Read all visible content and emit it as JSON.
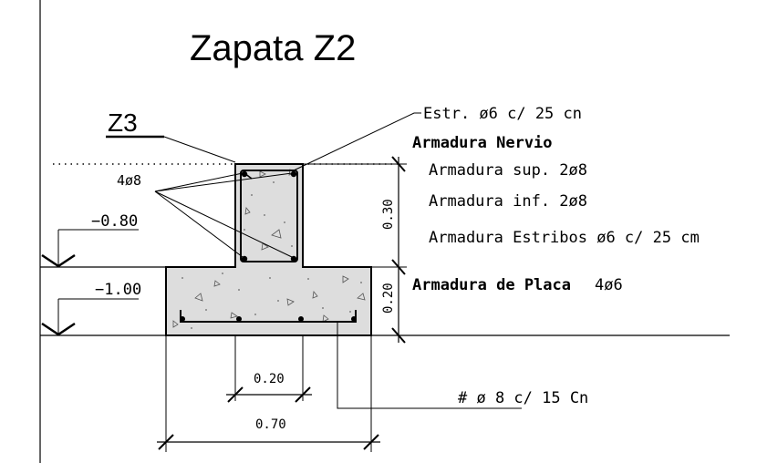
{
  "title": "Zapata  Z2",
  "section_label": "Z3",
  "colors": {
    "line": "#000000",
    "concrete": "#dddddd",
    "background": "#ffffff"
  },
  "elevations": {
    "upper": "−0.80",
    "lower": "−1.00"
  },
  "rebar_label": "4ø8",
  "notes": {
    "stirrup": "Estr. ø6 c/ 25 cn",
    "nervio_header": "Armadura Nervio",
    "nervio_sup": "Armadura sup. 2ø8",
    "nervio_inf": "Armadura inf.  2ø8",
    "nervio_estribos": "Armadura Estribos ø6 c/ 25 cm",
    "placa_header": "Armadura de Placa",
    "placa_value": "4ø6",
    "mesh": "# ø 8 c/ 15 Cn"
  },
  "dimensions": {
    "stem_height": "0.30",
    "base_height": "0.20",
    "stem_width": "0.20",
    "base_width": "0.70"
  }
}
